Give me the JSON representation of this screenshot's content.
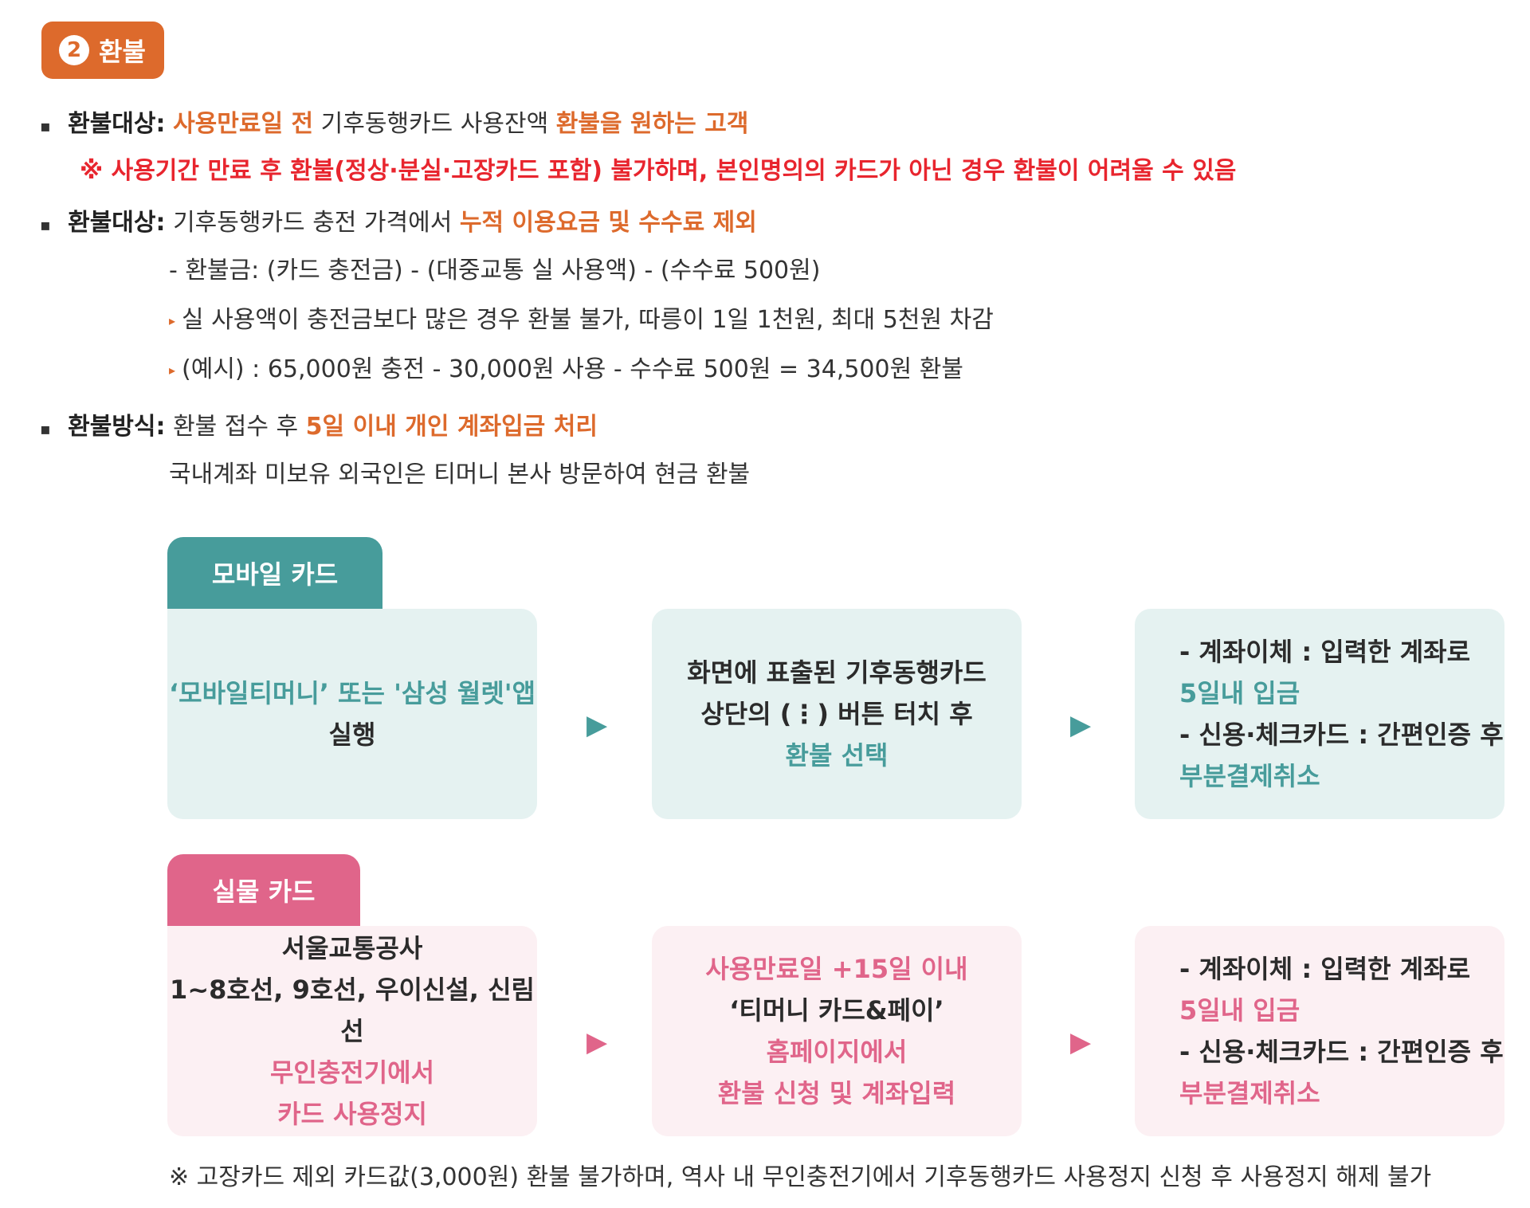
{
  "header": {
    "badge_number": "2",
    "badge_title": "환불"
  },
  "section1": {
    "label": "환불대상:",
    "part1": "사용만료일 전",
    "part2": " 기후동행카드 사용잔액 ",
    "part3": "환불을 원하는 고객",
    "notice": "※ 사용기간 만료 후 환불(정상·분실·고장카드 포함) 불가하며, 본인명의의 카드가 아닌 경우 환불이 어려울 수 있음"
  },
  "section2": {
    "label": "환불대상:",
    "part1": "기후동행카드 충전 가격에서 ",
    "part2": "누적 이용요금 및 수수료 제외",
    "formula": "- 환불금: (카드 충전금) - (대중교통 실 사용액) - (수수료 500원)",
    "note1": "실 사용액이 충전금보다 많은 경우 환불 불가, 따릉이 1일 1천원, 최대 5천원 차감",
    "note2": "(예시) : 65,000원 충전 - 30,000원 사용 - 수수료 500원 = 34,500원 환불",
    "tri_icon": "▸"
  },
  "section3": {
    "label": "환불방식:",
    "part1": "환불 접수 후 ",
    "part2": "5일 이내 개인 계좌입금 처리",
    "line2": "국내계좌 미보유 외국인은 티머니 본사 방문하여 현금 환불"
  },
  "mobile": {
    "tab": "모바일 카드",
    "step1": {
      "line1": "‘모바일티머니’ 또는 '삼성 월렛'앱",
      "line2": "실행"
    },
    "step2": {
      "line1": "화면에 표출된 기후동행카드",
      "line2": "상단의 (⋮) 버튼 터치 후",
      "line3": "환불 선택"
    },
    "step3": {
      "line1": "- 계좌이체 : 입력한 계좌로",
      "line2": "5일내 입금",
      "line3": "- 신용·체크카드 : 간편인증 후",
      "line4": "부분결제취소"
    },
    "arrow_icon": "▶"
  },
  "physical": {
    "tab": "실물 카드",
    "step1": {
      "line1": "서울교통공사",
      "line2": "1~8호선, 9호선, 우이신설, 신림선",
      "line3": "무인충전기에서",
      "line4": "카드 사용정지"
    },
    "step2": {
      "line1": "사용만료일 +15일 이내",
      "line2": "‘티머니 카드&페이’",
      "line3": "홈페이지에서",
      "line4": "환불 신청 및 계좌입력"
    },
    "step3": {
      "line1": "- 계좌이체 : 입력한 계좌로",
      "line2": "5일내 입금",
      "line3": "- 신용·체크카드 : 간편인증 후",
      "line4": "부분결제취소"
    },
    "arrow_icon": "▶"
  },
  "footer_note": "※ 고장카드 제외 카드값(3,000원) 환불 불가하며, 역사 내 무인충전기에서 기후동행카드 사용정지 신청 후 사용정지 해제 불가",
  "colors": {
    "orange": "#dd6a2c",
    "red": "#e8252e",
    "teal": "#479c9b",
    "pink": "#e0658a"
  }
}
